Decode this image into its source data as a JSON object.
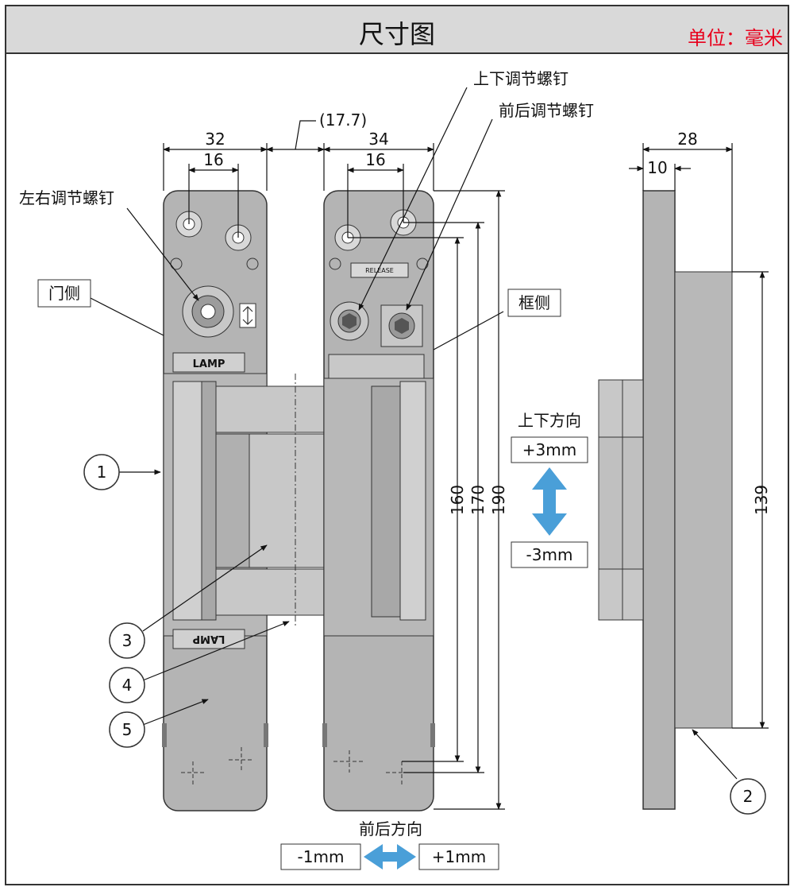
{
  "header": {
    "title": "尺寸图",
    "unit": "单位：毫米"
  },
  "dimensions": {
    "width_left": "32",
    "hole_left": "16",
    "offset": "(17.7)",
    "width_right": "34",
    "hole_right": "16",
    "side_width": "28",
    "side_plate": "10",
    "h160": "160",
    "h170": "170",
    "h190": "190",
    "h139": "139"
  },
  "callouts": {
    "lr_screw": "左右调节螺钉",
    "ud_screw": "上下调节螺钉",
    "fb_screw": "前后调节螺钉",
    "door_side": "门侧",
    "frame_side": "框侧",
    "logo": "LAMP",
    "release": "RELEASE"
  },
  "adjust": {
    "vertical_title": "上下方向",
    "up": "+3mm",
    "down": "-3mm",
    "horizontal_title": "前后方向",
    "back": "-1mm",
    "front": "+1mm"
  },
  "parts": [
    "1",
    "2",
    "3",
    "4",
    "5"
  ],
  "colors": {
    "metal": "#b4b4b4",
    "metal_light": "#c8c8c8",
    "arrow": "#4a9fd8",
    "unit_red": "#e8001c"
  }
}
